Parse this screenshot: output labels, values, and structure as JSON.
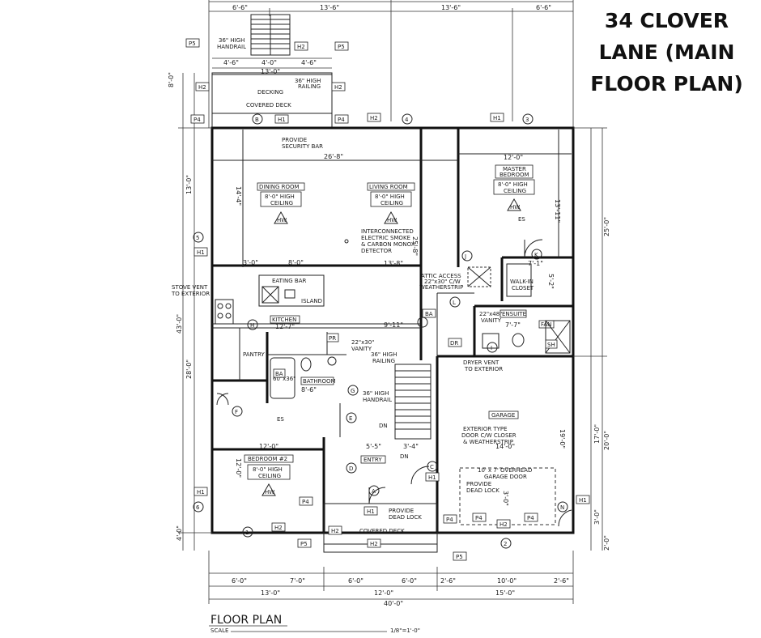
{
  "title_lines": [
    "34 CLOVER",
    "LANE (MAIN",
    "FLOOR PLAN)"
  ],
  "drawing_title": "FLOOR PLAN",
  "scale_label": "SCALE",
  "scale_value": "1/8\"=1'-0\"",
  "rooms": {
    "dining": {
      "name": "DINING ROOM",
      "ceiling1": "8'-0\" HIGH",
      "ceiling2": "CEILING"
    },
    "living": {
      "name": "LIVING ROOM",
      "ceiling1": "8'-0\" HIGH",
      "ceiling2": "CEILING"
    },
    "master": {
      "name1": "MASTER",
      "name2": "BEDROOM",
      "ceiling1": "8'-0\" HIGH",
      "ceiling2": "CEILING"
    },
    "bedroom2": {
      "name": "BEDROOM #2",
      "ceiling1": "8'-0\" HIGH",
      "ceiling2": "CEILING"
    },
    "kitchen": "KITCHEN",
    "kitchen_dim": "12'-7\"",
    "bathroom": "BATHROOM",
    "bathroom_dim": "8'-6\"",
    "garage": "GARAGE",
    "entry": "ENTRY",
    "ensuite": "ENSUITE",
    "walkin1": "WALK-IN",
    "walkin2": "CLOSET",
    "pantry": "PANTRY",
    "covered_deck": "COVERED DECK",
    "covered_deck_front": "COVERED DECK",
    "eating_bar": "EATING BAR",
    "island": "ISLAND",
    "fan": "FAN"
  },
  "notes": {
    "handrail_top1": "36\" HIGH",
    "handrail_top2": "HANDRAIL",
    "decking": "DECKING",
    "railing_top1": "36\" HIGH",
    "railing_top2": "RAILING",
    "security1": "PROVIDE",
    "security2": "SECURITY BAR",
    "smoke1": "INTERCONNECTED",
    "smoke2": "ELECTRIC SMOKE",
    "smoke3": "& CARBON MONOX.",
    "smoke4": "DETECTOR",
    "attic1": "ATTIC ACCESS",
    "attic2": "22\"x30\" C/W",
    "attic3": "WEATHERSTRIP",
    "stove1": "STOVE VENT",
    "stove2": "TO EXTERIOR",
    "vanity_bath1": "22\"x30\"",
    "vanity_bath2": "VANITY",
    "vanity_ens1": "22\"x48\"",
    "vanity_ens2": "VANITY",
    "railing_mid1": "36\" HIGH",
    "railing_mid2": "RAILING",
    "handrail_mid1": "36\" HIGH",
    "handrail_mid2": "HANDRAIL",
    "dryer1": "DRYER VENT",
    "dryer2": "TO EXTERIOR",
    "ext_door1": "EXTERIOR TYPE",
    "ext_door2": "DOOR C/W CLOSER",
    "ext_door3": "& WEATHERSTRIP",
    "overhead1": "10' x 7' OVERHEAD",
    "overhead2": "GARAGE DOOR",
    "deadlock_gar1": "PROVIDE",
    "deadlock_gar2": "DEAD LOCK",
    "deadlock_front1": "PROVIDE",
    "deadlock_front2": "DEAD LOCK",
    "tub": "60\"x36\"",
    "es1": "ES",
    "es2": "ES",
    "hw": "HW",
    "dn": "DN"
  },
  "dims": {
    "top": [
      "6'-6\"",
      "13'-6\"",
      "13'-6\"",
      "6'-6\""
    ],
    "stair_top": [
      "4'-6\"",
      "4'-0\"",
      "4'-6\""
    ],
    "stair_total": "13'-0\"",
    "dining_w": "26'-8\"",
    "master_w": "12'-0\"",
    "eatbar_a": "3'-0\"",
    "eatbar_b": "8'-0\"",
    "living_w": "13'-8\"",
    "kitchen_d": "9'-11\"",
    "master_d": "13'-11\"",
    "dining_d": "14'-4\"",
    "living_d": "25'-8\"",
    "walkin_w": "7'-1\"",
    "ens_w": "7'-7\"",
    "closet_d": "5'-2\"",
    "bed2_w": "12'-0\"",
    "bed2_d": "12'-0\"",
    "entry_a": "5'-5\"",
    "entry_b": "3'-4\"",
    "garage_w": "14'-0\"",
    "garage_d": "19'-0\"",
    "overhead_d": "3'-0\"",
    "left": [
      "8'-0\"",
      "13'-0\"",
      "43'-0\"",
      "28'-0\"",
      "4'-0\""
    ],
    "right": [
      "25'-0\"",
      "17'-0\"",
      "20'-0\"",
      "3'-0\"",
      "2'-0\""
    ],
    "bottom_a": [
      "6'-0\"",
      "7'-0\"",
      "6'-0\"",
      "6'-0\"",
      "2'-6\"",
      "10'-0\"",
      "2'-6\""
    ],
    "bottom_b": [
      "13'-0\"",
      "12'-0\"",
      "15'-0\""
    ],
    "bottom_total": "40'-0\""
  },
  "tags": {
    "p4": "P4",
    "p5": "P5",
    "h1": "H1",
    "h2": "H2",
    "a": "A",
    "b": "B",
    "c": "C",
    "d": "D",
    "e": "E",
    "f": "F",
    "g": "G",
    "h": "H",
    "i": "I",
    "j": "J",
    "k": "K",
    "l": "L",
    "n": "N",
    "dr": "DR",
    "ba": "BA",
    "pr": "PR",
    "sh": "SH",
    "num1": "1",
    "num2": "2",
    "num3": "3",
    "num4": "4",
    "num5": "5",
    "num6": "6"
  }
}
